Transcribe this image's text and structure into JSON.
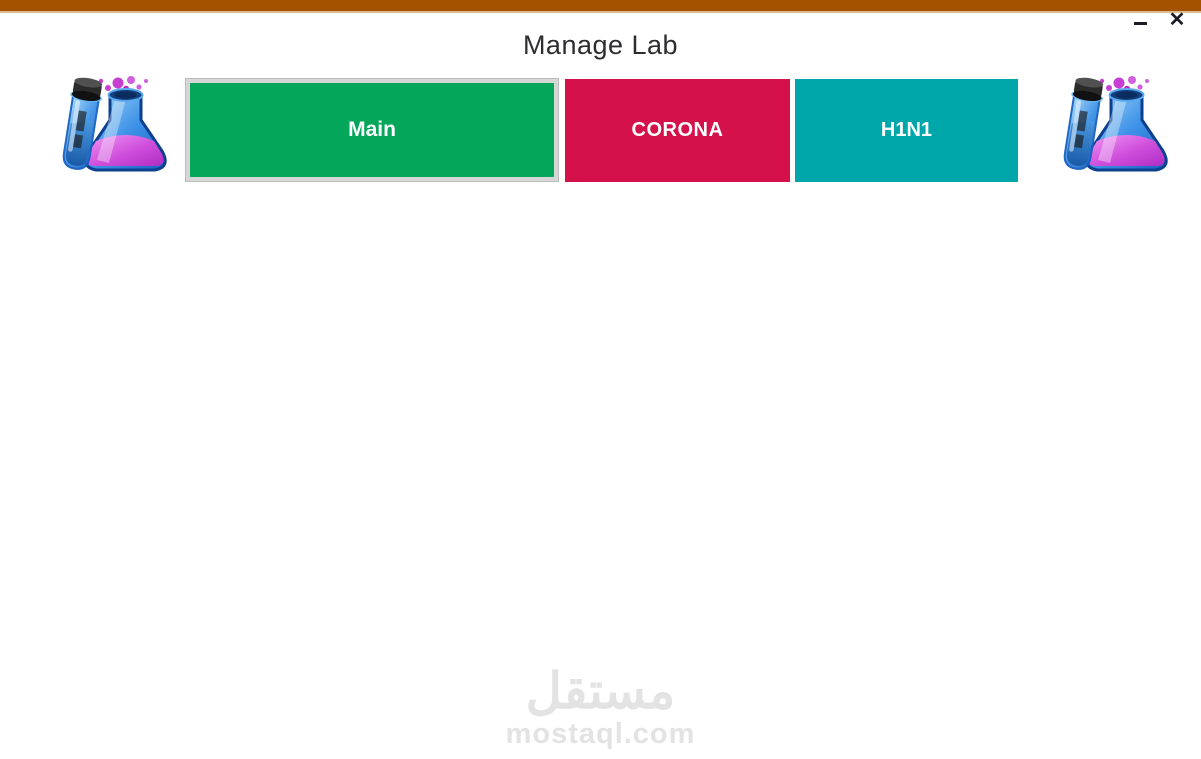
{
  "window": {
    "title": "Manage Lab",
    "titlebar_color": "#A55200",
    "titlebar_edge_color": "#DDBA8B",
    "background_color": "#FFFFFF",
    "controls": {
      "minimize_icon": "minimize-icon",
      "close_glyph": "✕",
      "control_color": "#1C1C26"
    }
  },
  "lab_buttons": [
    {
      "label": "Main",
      "color": "#04A759",
      "text_color": "#FFFFFF"
    },
    {
      "label": "CORONA",
      "color": "#D4114A",
      "text_color": "#FFFFFF"
    },
    {
      "label": "H1N1",
      "color": "#00A7AA",
      "text_color": "#FFFFFF"
    }
  ],
  "icons": {
    "left": "lab-flasks-icon",
    "right": "lab-flasks-icon"
  },
  "watermark": {
    "arabic": "مستقل",
    "domain": "mostaql.com",
    "color": "#E3E3E3"
  }
}
